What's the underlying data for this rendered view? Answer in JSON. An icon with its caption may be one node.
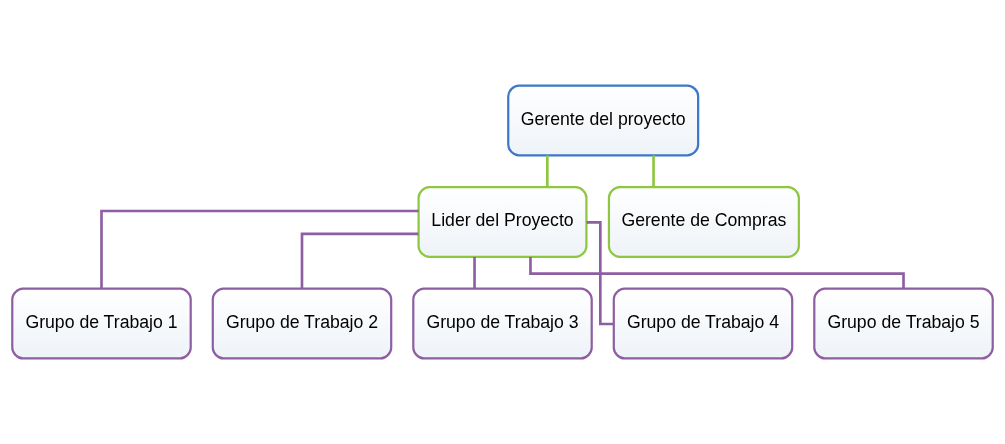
{
  "diagram": {
    "nodes": [
      {
        "text": [
          "Gerente del proyecto"
        ]
      },
      {
        "text": [
          "Lider del Proyecto"
        ]
      },
      {
        "text": [
          "Gerente de Compras"
        ]
      },
      {
        "text": [
          "Grupo de Trabajo 1"
        ]
      },
      {
        "text": [
          "Grupo de Trabajo 2"
        ]
      },
      {
        "text": [
          "Grupo de Trabajo 3"
        ]
      },
      {
        "text": [
          "Grupo de Trabajo 4"
        ]
      },
      {
        "text": [
          "Grupo de Trabajo 5"
        ]
      }
    ],
    "edges": [
      {
        "from": 0,
        "to": 1,
        "arrow": "none",
        "color": "#8dc63f"
      },
      {
        "from": 0,
        "to": 2,
        "arrow": "none",
        "color": "#8dc63f"
      },
      {
        "from": 1,
        "to": 3,
        "arrow": "none"
      },
      {
        "from": 1,
        "to": 4,
        "arrow": "none"
      },
      {
        "from": 1,
        "to": 5,
        "arrow": "none"
      },
      {
        "from": 1,
        "to": 6,
        "arrow": "none"
      },
      {
        "from": 1,
        "to": 7,
        "arrow": "none"
      }
    ]
  }
}
